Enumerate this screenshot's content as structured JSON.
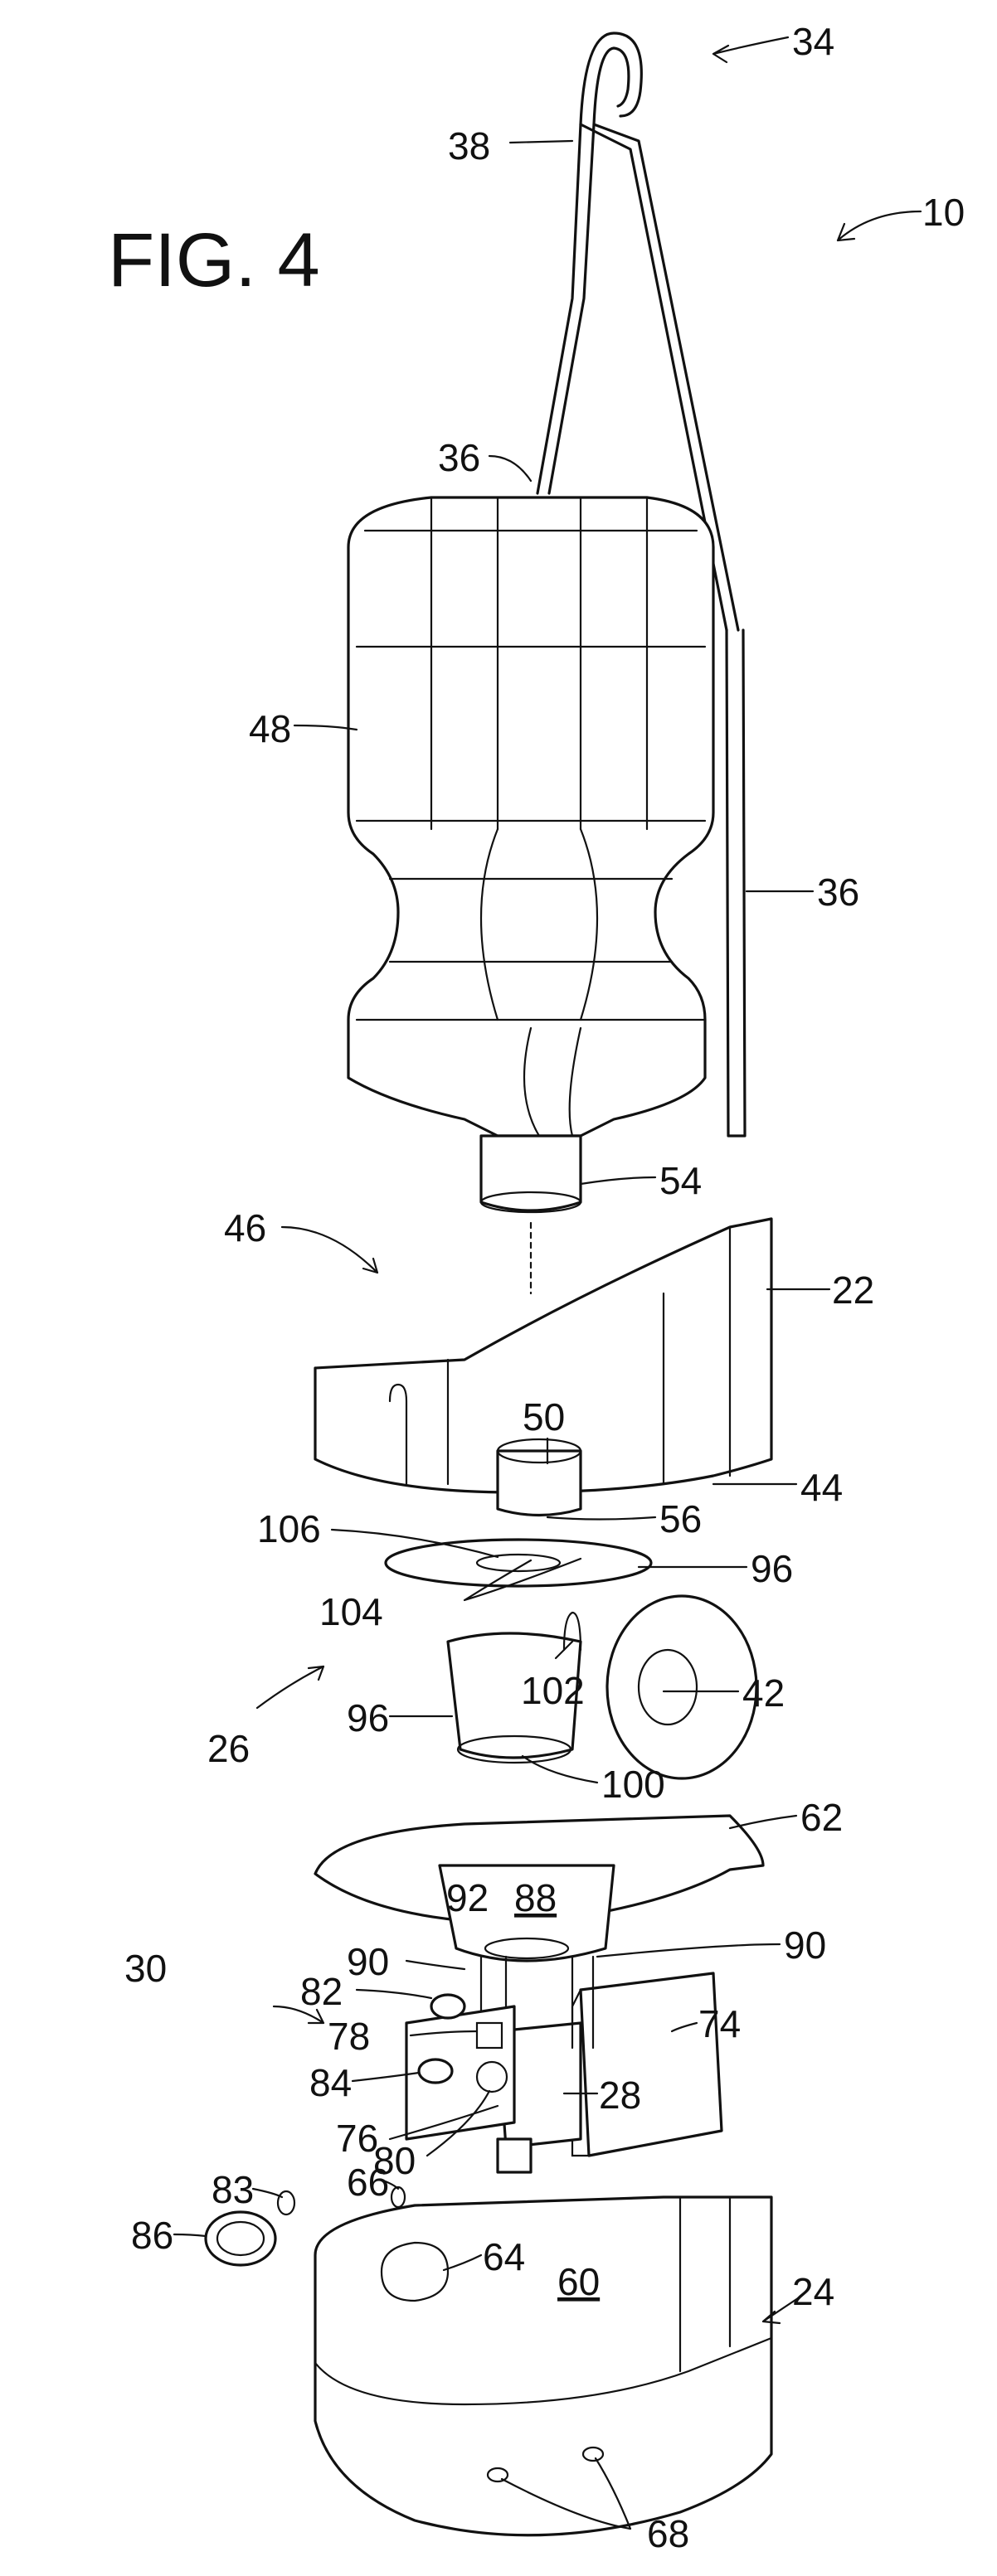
{
  "figure_title": "FIG. 4",
  "labels": {
    "l10": "10",
    "l34": "34",
    "l38": "38",
    "l36a": "36",
    "l36b": "36",
    "l48": "48",
    "l54": "54",
    "l46": "46",
    "l22": "22",
    "l50": "50",
    "l44": "44",
    "l56": "56",
    "l106": "106",
    "l96a": "96",
    "l104": "104",
    "l26": "26",
    "l102": "102",
    "l42": "42",
    "l96b": "96",
    "l100": "100",
    "l62": "62",
    "l92": "92",
    "l88": "88",
    "l90a": "90",
    "l90b": "90",
    "l30": "30",
    "l82": "82",
    "l74": "74",
    "l78": "78",
    "l84": "84",
    "l28": "28",
    "l76": "76",
    "l80": "80",
    "l83": "83",
    "l66": "66",
    "l86": "86",
    "l64": "64",
    "l60": "60",
    "l24": "24",
    "l68": "68"
  }
}
